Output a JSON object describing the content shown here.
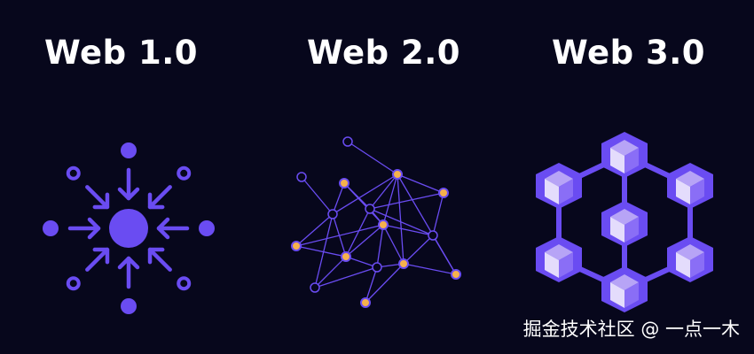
{
  "titles": [
    "Web 1.0",
    "Web 2.0",
    "Web 3.0"
  ],
  "watermark": "掘金技术社区 @ 一点一木",
  "colors": {
    "background": "#07071c",
    "primary": "#6a4cf2",
    "orange_node": "#f6b24c",
    "cube_top": "#b7a4f6",
    "cube_left": "#8a6ef6",
    "cube_right": "#6a4cf2"
  },
  "diagrams": [
    {
      "era": "Web 1.0",
      "kind": "centralized hub with inbound arrows"
    },
    {
      "era": "Web 2.0",
      "kind": "distributed network of nodes"
    },
    {
      "era": "Web 3.0",
      "kind": "decentralized blockchain of cubes"
    }
  ]
}
